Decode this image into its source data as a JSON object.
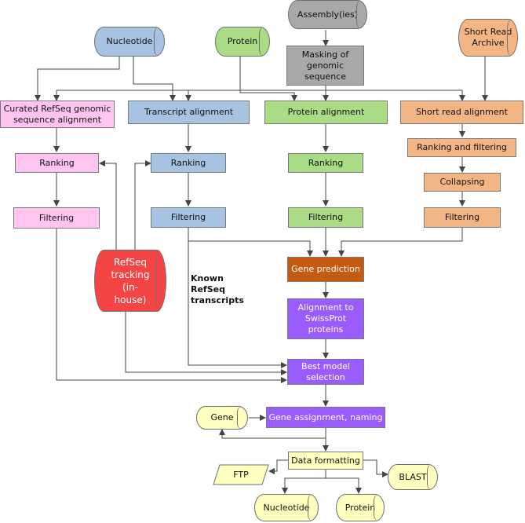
{
  "nodes": {
    "assembly": "Assembly(ies)",
    "nucleotide_src": "Nucleotide",
    "protein_src": "Protein",
    "masking": "Masking of genomic sequence",
    "sra": "Short Read Archive",
    "curated": "Curated RefSeq genomic sequence alignment",
    "transcript_align": "Transcript alignment",
    "protein_align": "Protein alignment",
    "short_read_align": "Short read alignment",
    "ranking_pink": "Ranking",
    "ranking_blue": "Ranking",
    "ranking_green": "Ranking",
    "ranking_filtering_orange": "Ranking and filtering",
    "collapsing": "Collapsing",
    "filtering_pink": "Filtering",
    "filtering_blue": "Filtering",
    "filtering_green": "Filtering",
    "filtering_orange": "Filtering",
    "refseq_tracking": "RefSeq tracking (in-house)",
    "gene_prediction": "Gene prediction",
    "alignment_swissprot": "Alignment to SwissProt proteins",
    "best_model": "Best model selection",
    "gene": "Gene",
    "gene_assignment": "Gene assignment, naming",
    "data_formatting": "Data formatting",
    "ftp": "FTP",
    "blast": "BLAST",
    "nucleotide_out": "Nucleotide",
    "protein_out": "Protein"
  },
  "labels": {
    "known_refseq": "Known RefSeq transcripts"
  },
  "colors": {
    "pink": "#ffc4f0",
    "blue": "#a6c3e2",
    "green": "#a9dc84",
    "orange": "#f4b585",
    "gray": "#a8a8a8",
    "brown": "#c55a11",
    "purple": "#9b5cff",
    "yellow": "#ffffc0",
    "red": "#f44444"
  }
}
